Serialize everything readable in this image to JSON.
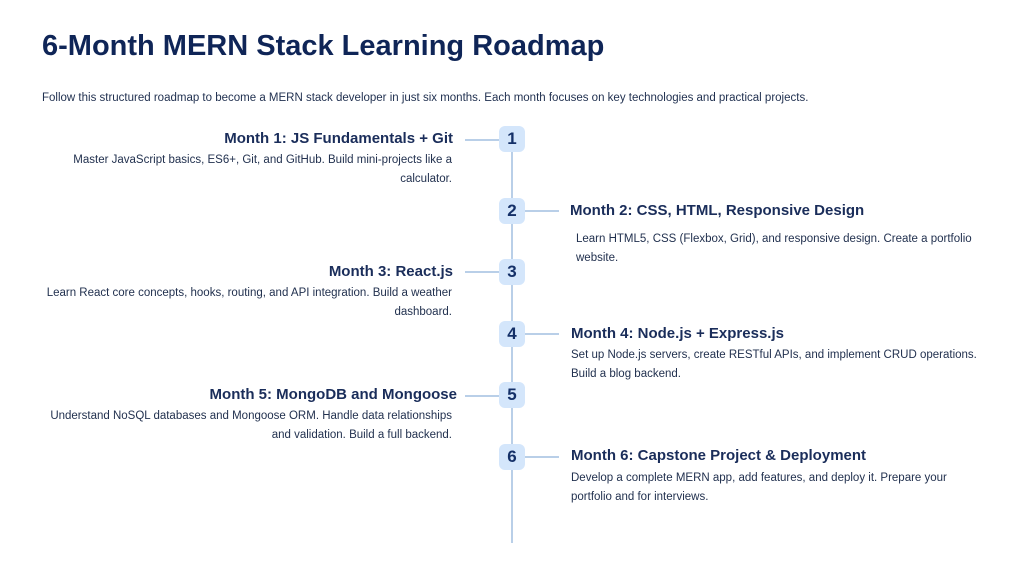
{
  "page": {
    "title": "6-Month MERN Stack Learning Roadmap",
    "subtitle": "Follow this structured roadmap to become a MERN stack developer in just six months. Each month focuses on key technologies and practical projects."
  },
  "steps": [
    {
      "number": "1",
      "title": "Month 1: JS Fundamentals + Git",
      "description": "Master JavaScript basics, ES6+, Git, and GitHub. Build mini-projects like a calculator."
    },
    {
      "number": "2",
      "title": "Month 2: CSS, HTML, Responsive Design",
      "description": "Learn HTML5, CSS (Flexbox, Grid), and responsive design. Create a portfolio website."
    },
    {
      "number": "3",
      "title": "Month 3: React.js",
      "description": "Learn React core concepts, hooks, routing, and API integration. Build a weather dashboard."
    },
    {
      "number": "4",
      "title": "Month 4: Node.js + Express.js",
      "description": "Set up Node.js servers, create RESTful APIs, and implement CRUD operations. Build a blog backend."
    },
    {
      "number": "5",
      "title": "Month 5: MongoDB and Mongoose",
      "description": "Understand NoSQL databases and Mongoose ORM. Handle data relationships and validation. Build a full backend."
    },
    {
      "number": "6",
      "title": "Month 6: Capstone Project & Deployment",
      "description": "Develop a complete MERN app, add features, and deploy it. Prepare your portfolio and for interviews."
    }
  ],
  "colors": {
    "title": "#0f2557",
    "badge_bg": "#d4e6fb",
    "line": "#b9cfe8"
  }
}
